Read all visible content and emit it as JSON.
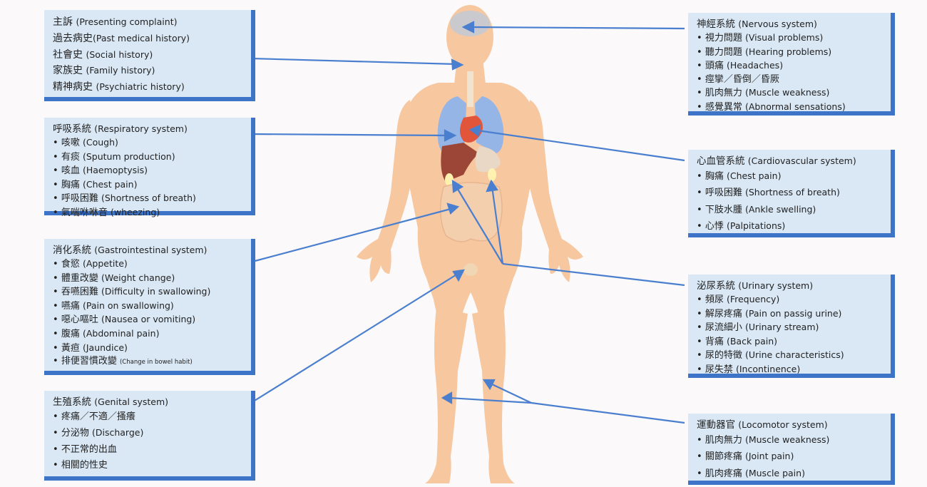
{
  "history": {
    "items": [
      {
        "zh": "主訴",
        "en": "(Presenting complaint)"
      },
      {
        "zh": "過去病史",
        "en": "(Past medical history)"
      },
      {
        "zh": "社會史",
        "en": "(Social history)"
      },
      {
        "zh": "家族史",
        "en": "(Family history)"
      },
      {
        "zh": "精神病史",
        "en": "(Psychiatric history)"
      }
    ]
  },
  "respiratory": {
    "title_zh": "呼吸系統",
    "title_en": "(Respiratory system)",
    "items": [
      {
        "zh": "咳嗽",
        "en": "(Cough)"
      },
      {
        "zh": "有痰",
        "en": "(Sputum production)"
      },
      {
        "zh": "咳血",
        "en": "(Haemoptysis)"
      },
      {
        "zh": "胸痛",
        "en": "(Chest pain)"
      },
      {
        "zh": "呼吸困難",
        "en": "(Shortness of breath)"
      },
      {
        "zh": "氣喘咻咻音",
        "en": "(wheezing)"
      }
    ]
  },
  "gastro": {
    "title_zh": "消化系統",
    "title_en": "(Gastrointestinal system)",
    "items": [
      {
        "zh": "食慾",
        "en": "(Appetite)"
      },
      {
        "zh": "體重改變",
        "en": "(Weight change)"
      },
      {
        "zh": "吞嚥困難",
        "en": "(Difficulty in swallowing)"
      },
      {
        "zh": "嚥痛",
        "en": "(Pain on swallowing)"
      },
      {
        "zh": "噁心嘔吐",
        "en": "(Nausea or vomiting)"
      },
      {
        "zh": "腹痛",
        "en": "(Abdominal pain)"
      },
      {
        "zh": "黃疸",
        "en": "(Jaundice)"
      },
      {
        "zh": "排便習慣改變",
        "en": "(Change in bowel habit)"
      }
    ]
  },
  "genital": {
    "title_zh": "生殖系統",
    "title_en": "(Genital system)",
    "items": [
      {
        "zh": "疼痛／不適／搔癢",
        "en": ""
      },
      {
        "zh": "分泌物",
        "en": "(Discharge)"
      },
      {
        "zh": "不正常的出血",
        "en": ""
      },
      {
        "zh": "相關的性史",
        "en": ""
      }
    ]
  },
  "nervous": {
    "title_zh": "神經系統",
    "title_en": "(Nervous system)",
    "items": [
      {
        "zh": "視力問題",
        "en": "(Visual problems)"
      },
      {
        "zh": "聽力問題",
        "en": "(Hearing problems)"
      },
      {
        "zh": "頭痛",
        "en": "(Headaches)"
      },
      {
        "zh": "痙攣／昏倒／昏厥",
        "en": ""
      },
      {
        "zh": "肌肉無力",
        "en": "(Muscle weakness)"
      },
      {
        "zh": "感覺異常",
        "en": "(Abnormal sensations)"
      }
    ]
  },
  "cardio": {
    "title_zh": "心血管系統",
    "title_en": "(Cardiovascular system)",
    "items": [
      {
        "zh": "胸痛",
        "en": "(Chest pain)"
      },
      {
        "zh": "呼吸困難",
        "en": "(Shortness of breath)"
      },
      {
        "zh": "下肢水腫",
        "en": "(Ankle swelling)"
      },
      {
        "zh": "心悸",
        "en": "(Palpitations)"
      }
    ]
  },
  "urinary": {
    "title_zh": "泌尿系統",
    "title_en": "(Urinary system)",
    "items": [
      {
        "zh": "頻尿",
        "en": "(Frequency)"
      },
      {
        "zh": "解尿疼痛",
        "en": "(Pain on passig urine)"
      },
      {
        "zh": "尿流細小",
        "en": "(Urinary stream)"
      },
      {
        "zh": "背痛",
        "en": "(Back pain)"
      },
      {
        "zh": "尿的特徵",
        "en": "(Urine characteristics)"
      },
      {
        "zh": "尿失禁",
        "en": "(Incontinence)"
      }
    ]
  },
  "locomotor": {
    "title_zh": "運動器官",
    "title_en": "(Locomotor system)",
    "items": [
      {
        "zh": "肌肉無力",
        "en": "(Muscle weakness)"
      },
      {
        "zh": "關節疼痛",
        "en": "(Joint pain)"
      },
      {
        "zh": "肌肉疼痛",
        "en": "(Muscle pain)"
      }
    ]
  },
  "colors": {
    "box_fill": "#dae8f5",
    "box_border": "#3d74c7",
    "arrow": "#4a7fd0",
    "skin": "#f6c9a3"
  }
}
